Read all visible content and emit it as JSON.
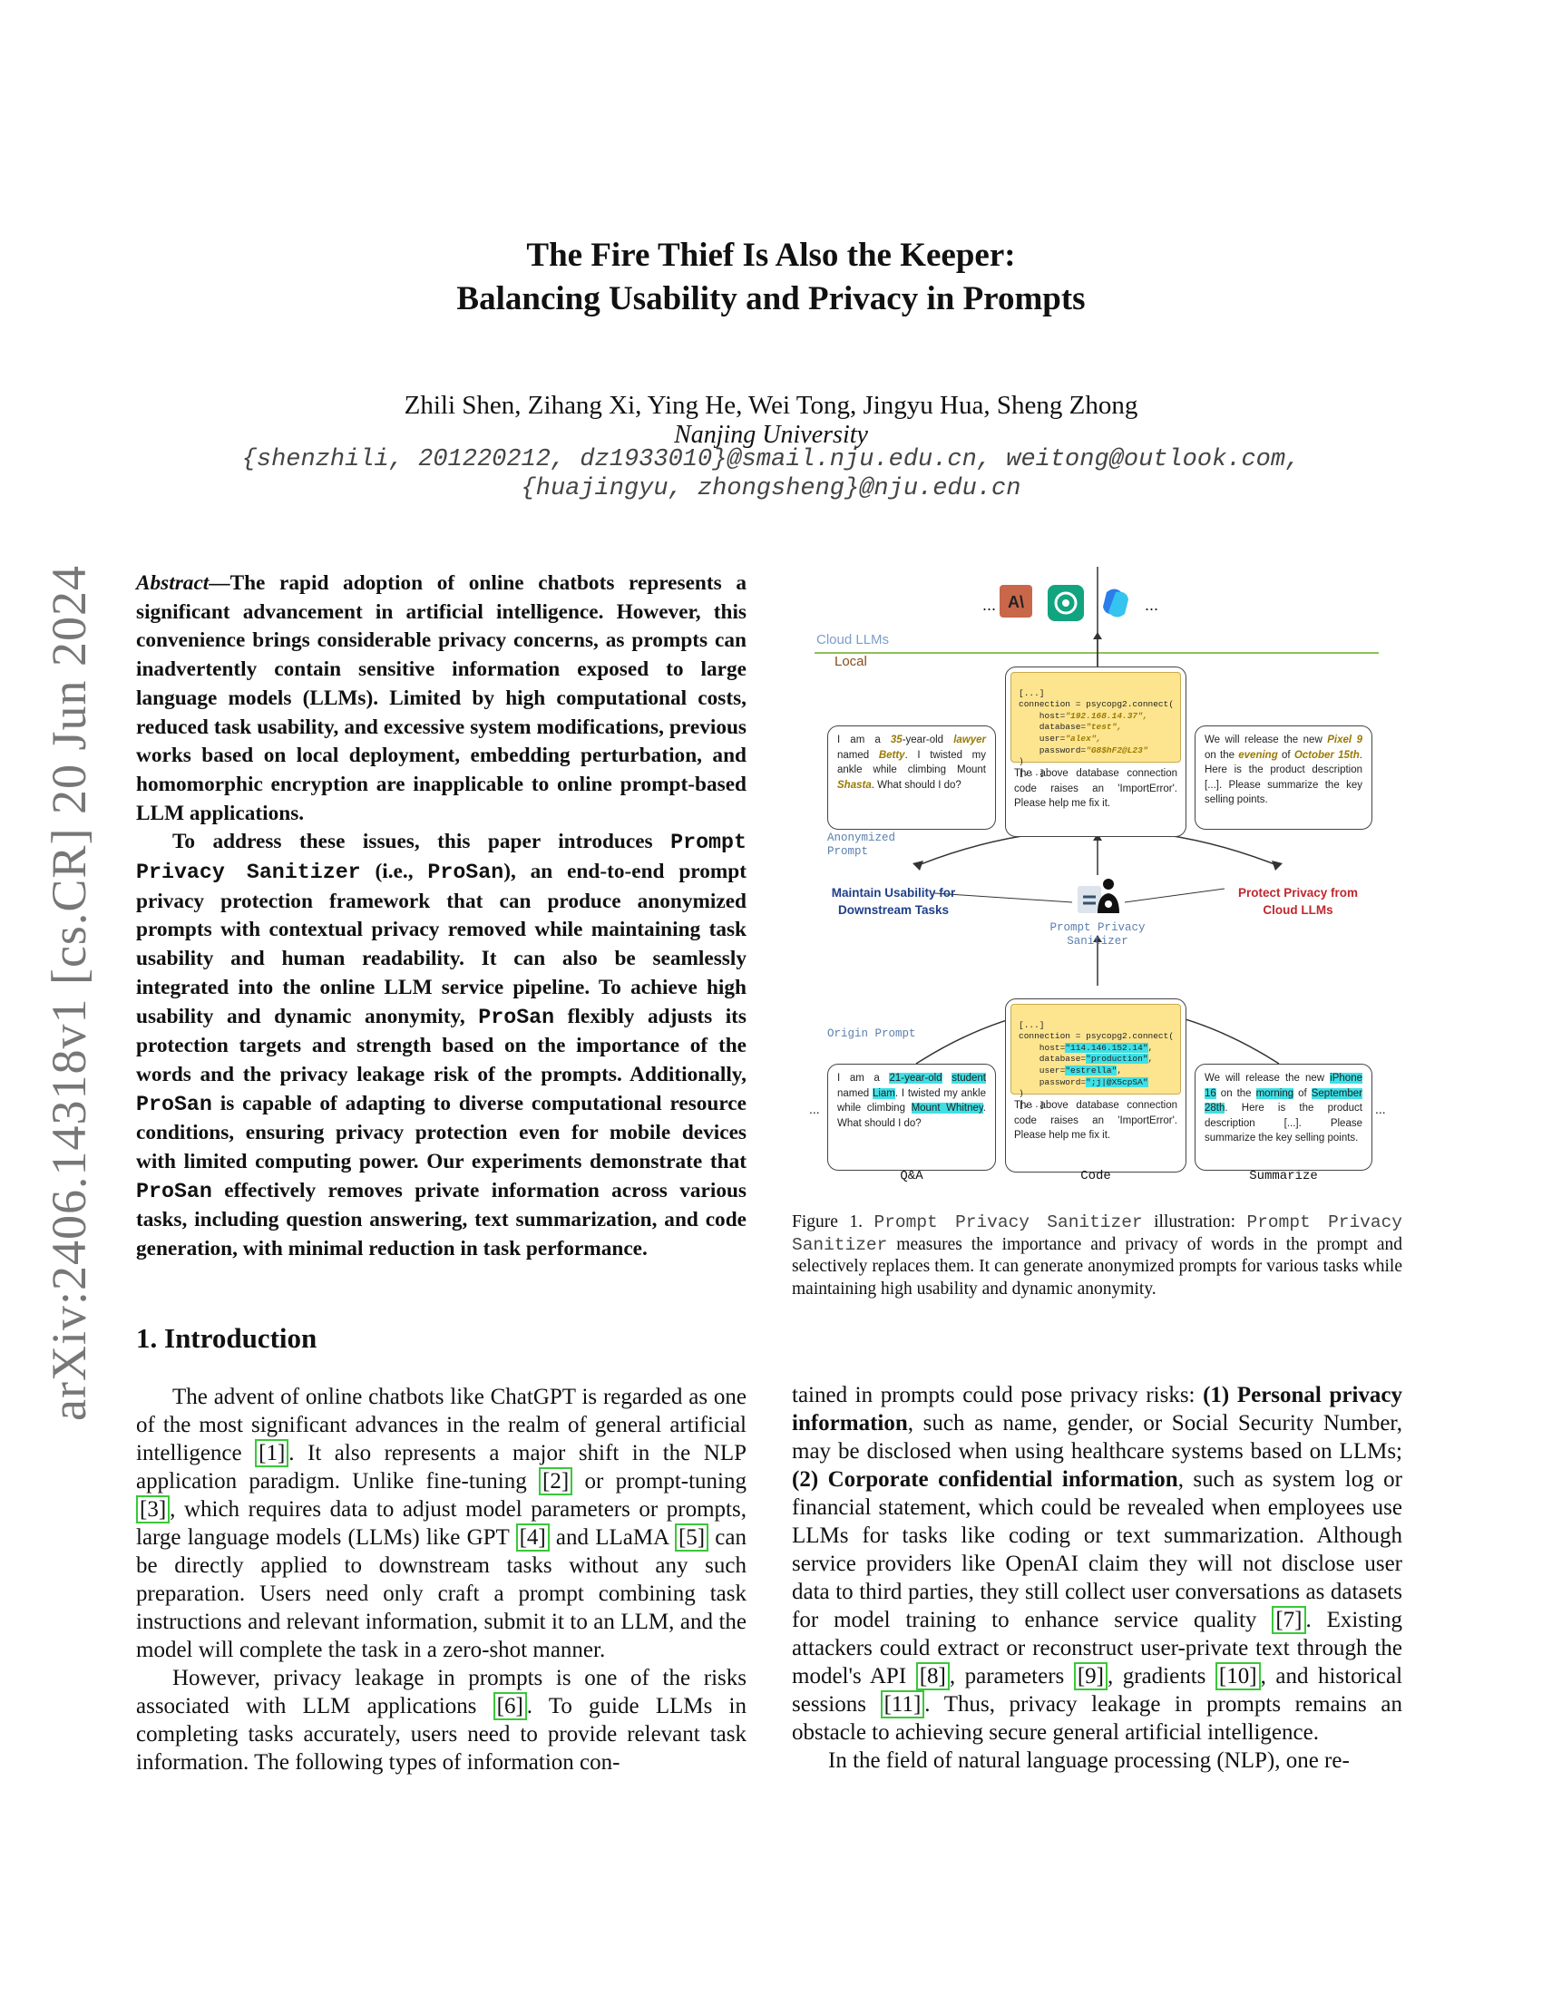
{
  "arxiv_id": "arXiv:2406.14318v1  [cs.CR]  20 Jun 2024",
  "title": {
    "line1": "The Fire Thief Is Also the Keeper:",
    "line2": "Balancing Usability and Privacy in Prompts"
  },
  "authors": "Zhili Shen, Zihang Xi, Ying He, Wei Tong, Jingyu Hua, Sheng Zhong",
  "affiliation": "Nanjing University",
  "emails": {
    "line1": "{shenzhili, 201220212, dz1933010}@smail.nju.edu.cn, weitong@outlook.com,",
    "line2": "{huajingyu, zhongsheng}@nju.edu.cn"
  },
  "abstract": {
    "label": "Abstract",
    "p1": "—The rapid adoption of online chatbots represents a significant advancement in artificial intelligence. However, this convenience brings considerable privacy concerns, as prompts can inadvertently contain sensitive information exposed to large language models (LLMs). Limited by high computational costs, reduced task usability, and excessive system modifications, previous works based on local deployment, embedding perturbation, and homomorphic encryption are inapplicable to online prompt-based LLM applications.",
    "p2_a": "To address these issues, this paper introduces ",
    "p2_name": "Prompt Privacy Sanitizer",
    "p2_b": " (i.e., ",
    "p2_short": "ProSan",
    "p2_c": "), an end-to-end prompt privacy protection framework that can produce anonymized prompts with contextual privacy removed while maintaining task usability and human readability. It can also be seamlessly integrated into the online LLM service pipeline. To achieve high usability and dynamic anonymity, ",
    "p2_short2": "ProSan",
    "p2_d": " flexibly adjusts its protection targets and strength based on the importance of the words and the privacy leakage risk of the prompts. Additionally, ",
    "p2_short3": "ProSan",
    "p2_e": " is capable of adapting to diverse computational resource conditions, ensuring privacy protection even for mobile devices with limited computing power. Our experiments demonstrate that ",
    "p2_short4": "ProSan",
    "p2_f": " effectively removes private information across various tasks, including question answering, text summarization, and code generation, with minimal reduction in task performance."
  },
  "intro": {
    "heading": "1. Introduction",
    "p1_a": "The advent of online chatbots like ChatGPT is regarded as one of the most significant advances in the realm of general artificial intelligence ",
    "c1": "[1]",
    "p1_b": ". It also represents a major shift in the NLP application paradigm. Unlike fine-tuning ",
    "c2": "[2]",
    "p1_c": " or prompt-tuning ",
    "c3": "[3]",
    "p1_d": ", which requires data to adjust model parameters or prompts, large language models (LLMs) like GPT ",
    "c4": "[4]",
    "p1_e": " and LLaMA ",
    "c5": "[5]",
    "p1_f": " can be directly applied to downstream tasks without any such preparation. Users need only craft a prompt combining task instructions and relevant information, submit it to an LLM, and the model will complete the task in a zero-shot manner.",
    "p2_a": "However, privacy leakage in prompts is one of the risks associated with LLM applications ",
    "c6": "[6]",
    "p2_b": ". To guide LLMs in completing tasks accurately, users need to provide relevant task information. The following types of information con-",
    "col2_a": "tained in prompts could pose privacy risks: ",
    "col2_b1": "(1) Personal privacy information",
    "col2_c": ", such as name, gender, or Social Security Number, may be disclosed when using healthcare systems based on LLMs; ",
    "col2_b2": "(2) Corporate confidential information",
    "col2_d": ", such as system log or financial statement, which could be revealed when employees use LLMs for tasks like coding or text summarization. Although service providers like OpenAI claim they will not disclose user data to third parties, they still collect user conversations as datasets for model training to enhance service quality ",
    "c7": "[7]",
    "col2_e": ". Existing attackers could extract or reconstruct user-private text through the model's API ",
    "c8": "[8]",
    "col2_f": ", parameters ",
    "c9": "[9]",
    "col2_g": ", gradients ",
    "c10": "[10]",
    "col2_h": ", and historical sessions ",
    "c11": "[11]",
    "col2_i": ". Thus, privacy leakage in prompts remains an obstacle to achieving secure general artificial intelligence.",
    "col2_p2": "In the field of natural language processing (NLP), one re-"
  },
  "figure": {
    "cloud_label": "Cloud LLMs",
    "local_label": "Local",
    "ellipsis": "...",
    "anonymized_label": "Anonymized Prompt",
    "origin_label": "Origin Prompt",
    "usability_label": "Maintain Usability for Downstream Tasks",
    "privacy_label": "Protect Privacy from Cloud LLMs",
    "sanitizer_label": "Prompt Privacy Sanitizer",
    "task_qa": "Q&A",
    "task_code": "Code",
    "task_sum": "Summarize",
    "code_dots": "[...]",
    "code_line1": "connection = psycopg2.connect(",
    "code_host_k": "    host=",
    "code_db_k": "    database=",
    "code_user_k": "    user=",
    "code_pw_k": "    password=",
    "code_close": ")",
    "anon_host": "\"192.168.14.37\",",
    "anon_db": "\"test\",",
    "anon_user": "\"alex\",",
    "anon_pw": "\"G8$hF2@L23\"",
    "orig_host": "\"114.146.152.14\"",
    "orig_db": "\"production\"",
    "orig_user": "\"estrella\"",
    "orig_pw": "\";j|@X5cpSA\"",
    "code_text": "The above database connection code raises an 'ImportError'. Please help me fix it.",
    "qa_anon": {
      "a": "I am a ",
      "age": "35",
      "b": "-year-old ",
      "job": "lawyer",
      "c": " named ",
      "name": "Betty",
      "d": ". I twisted my ankle while climbing Mount ",
      "mtn": "Shasta",
      "e": ". What should I do?"
    },
    "qa_orig": {
      "a": "I am a ",
      "age": "21-year-old",
      "b": " ",
      "job": "student",
      "c": " named ",
      "name": "Liam",
      "d": ". I twisted my ankle while climbing ",
      "mtn": "Mount Whitney",
      "e": ". What should I do?"
    },
    "sum_anon": {
      "a": "We will release the new ",
      "prod": "Pixel 9",
      "b": " on the ",
      "time": "evening",
      "c": " of ",
      "date": "October 15th",
      "d": ". Here is the product description [...]. Please summarize the key selling points."
    },
    "sum_orig": {
      "a": "We will release the new ",
      "prod": "iPhone 16",
      "b": " on the ",
      "time": "morning",
      "c": " of ",
      "date": "September 28th",
      "d": ". Here is the product description [...]. Please summarize the key selling points."
    },
    "colors": {
      "cloud": "#7b9ec9",
      "local_line": "#8fbf5a",
      "usability": "#1f3f8a",
      "privacy": "#c0282f",
      "highlight": "#3ee0e6",
      "olive": "#9a7a00",
      "code_bg": "#fde58f"
    },
    "icons": [
      "anthropic-logo-icon",
      "chatgpt-logo-icon",
      "copilot-logo-icon",
      "sanitizer-user-icon"
    ]
  },
  "caption": {
    "prefix": "Figure 1. ",
    "name1": "Prompt Privacy Sanitizer",
    "mid": " illustration: ",
    "name2": "Prompt Privacy Sanitizer",
    "rest": " measures the importance and privacy of words in the prompt and selectively replaces them. It can generate anonymized prompts for various tasks while maintaining high usability and dynamic anonymity."
  }
}
